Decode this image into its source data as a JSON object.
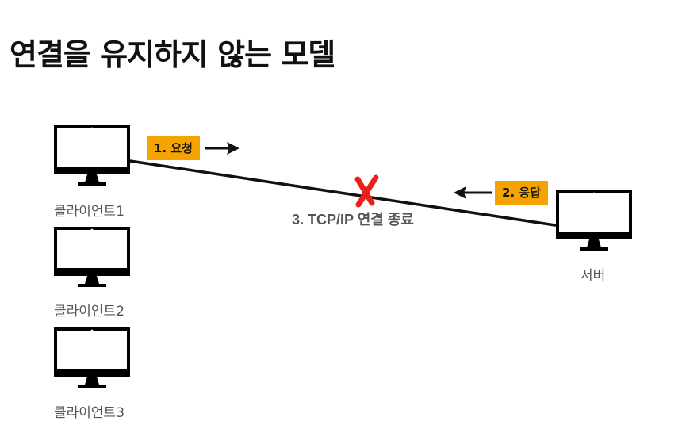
{
  "title": "연결을 유지하지 않는 모델",
  "clients": [
    {
      "label": "클라이언트1"
    },
    {
      "label": "클라이언트2"
    },
    {
      "label": "클라이언트3"
    }
  ],
  "server": {
    "label": "서버"
  },
  "steps": {
    "request": "1. 요청",
    "response": "2. 응답",
    "close": "3. TCP/IP 연결 종료"
  },
  "colors": {
    "tag_background": "#f4a300",
    "x_mark": "#e8221b",
    "monitor": "#000000"
  },
  "icons": {
    "client": "monitor-icon",
    "server": "monitor-icon",
    "disconnect": "x-mark-icon"
  }
}
